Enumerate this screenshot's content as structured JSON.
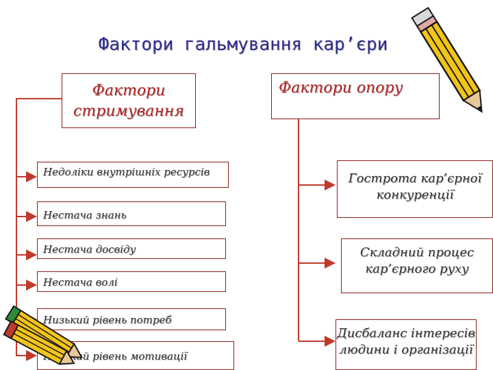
{
  "title": "Фактори гальмування кар’єри",
  "left_header": {
    "line1": "Фактори",
    "line2": "стримування"
  },
  "right_header": "Фактори опору",
  "left_items": [
    "Недоліки внутрішніх ресурсів",
    "Нестача знань",
    "Нестача досвіду",
    "Нестача волі",
    "Низький рівень потреб",
    "Низький рівень мотивації"
  ],
  "right_items": [
    {
      "line1": "Гострота кар’єрної",
      "line2": "конкуренції"
    },
    {
      "line1": "Складний процес",
      "line2": "кар’єрного руху"
    },
    {
      "line1": "Дисбаланс інтересів",
      "line2": "людини і організації"
    }
  ],
  "colors": {
    "title": "#2d2d8c",
    "header_text": "#b22222",
    "box_border": "#8b1a1a",
    "connector": "#c0392b",
    "pencil_body": "#f2c418",
    "pencil_outline": "#1a1a1a"
  },
  "icons": [
    "pencil-icon",
    "pencil-icon",
    "pencil-icon"
  ]
}
